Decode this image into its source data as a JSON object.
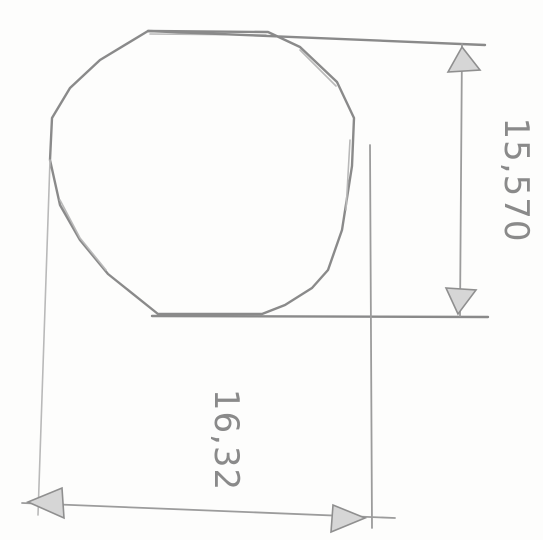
{
  "drawing": {
    "shape": "polygonal outline (hand-drawn)",
    "dimension_height": {
      "text": "15,570"
    },
    "dimension_width": {
      "text": "16,32"
    }
  }
}
